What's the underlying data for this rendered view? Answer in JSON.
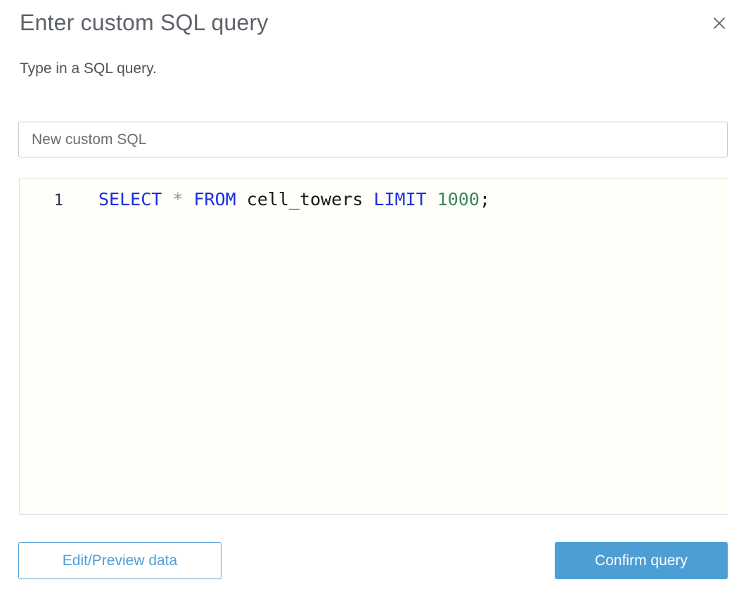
{
  "dialog": {
    "title": "Enter custom SQL query",
    "subtitle": "Type in a SQL query."
  },
  "name_input": {
    "value": "New custom SQL"
  },
  "editor": {
    "line_number": "1",
    "full_query": "SELECT * FROM cell_towers LIMIT 1000;",
    "code": {
      "select_keyword": "SELECT",
      "star_operator": "*",
      "from_keyword": "FROM",
      "table_identifier": "cell_towers",
      "limit_keyword": "LIMIT",
      "number_literal": "1000",
      "semicolon": ";"
    }
  },
  "buttons": {
    "edit_preview": "Edit/Preview data",
    "confirm": "Confirm query"
  },
  "colors": {
    "accent_blue": "#4d9ed5",
    "sql_keyword_blue": "#1c2fe3",
    "sql_number_green": "#3d855e",
    "sql_operator_gray": "#8d929b",
    "editor_background": "#fffef8",
    "title_gray": "#5d6269"
  }
}
